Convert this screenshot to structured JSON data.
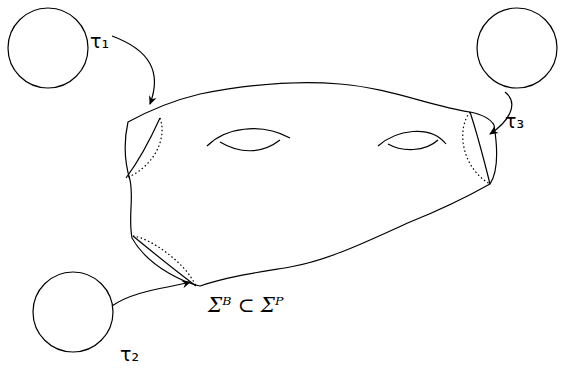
{
  "diagram": {
    "labels": [
      "τ₁",
      "τ₂",
      "τ₃",
      "Σᴮ ⊂ Σᴾ"
    ]
  }
}
